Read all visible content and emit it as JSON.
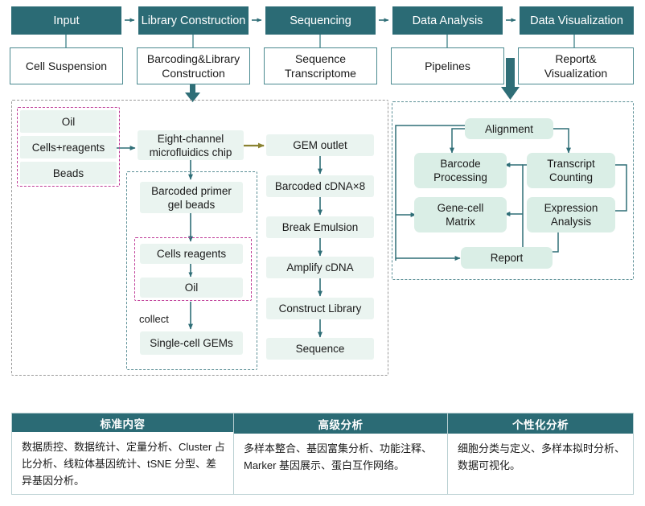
{
  "colors": {
    "header_teal": "#2b6b75",
    "mint_light": "#eaf4f0",
    "mint_mid": "#daeee6",
    "arrow_teal": "#2f6e77",
    "arrow_olive": "#8a8231",
    "dash_pink": "#bf3b97",
    "dash_gray": "#9a9a9a",
    "dash_teal": "#5b8f96"
  },
  "pipeline": {
    "stages": [
      {
        "header": "Input",
        "detail": "Cell Suspension"
      },
      {
        "header": "Library Construction",
        "detail": "Barcoding&Library Construction"
      },
      {
        "header": "Sequencing",
        "detail": "Sequence Transcriptome"
      },
      {
        "header": "Data Analysis",
        "detail": "Pipelines"
      },
      {
        "header": "Data Visualization",
        "detail": "Report& Visualization"
      }
    ]
  },
  "detail_lines": {
    "cell_suspension": "Cell Suspension",
    "barcoding_1": "Barcoding&Library",
    "barcoding_2": "Construction",
    "sequence_1": "Sequence",
    "sequence_2": "Transcriptome",
    "pipelines": "Pipelines",
    "report_1": "Report&",
    "report_2": "Visualization"
  },
  "inputs_group": {
    "items": [
      "Oil",
      "Cells+reagents",
      "Beads"
    ]
  },
  "chip_flow": {
    "chip_1": "Eight-channel",
    "chip_2": "microfluidics chip",
    "beads_1": "Barcoded primer",
    "beads_2": "gel beads",
    "cells_reagents": "Cells reagents",
    "oil": "Oil",
    "collect_label": "collect",
    "gems": "Single-cell GEMs"
  },
  "seq_flow": {
    "steps": [
      "GEM outlet",
      "Barcoded cDNA×8",
      "Break Emulsion",
      "Amplify cDNA",
      "Construct Library",
      "Sequence"
    ]
  },
  "analysis_panel": {
    "alignment": "Alignment",
    "barcode_1": "Barcode",
    "barcode_2": "Processing",
    "transcript_1": "Transcript",
    "transcript_2": "Counting",
    "genecell_1": "Gene-cell",
    "genecell_2": "Matrix",
    "expression_1": "Expression",
    "expression_2": "Analysis",
    "report": "Report"
  },
  "table": {
    "columns": [
      {
        "header": "标准内容",
        "body": "数据质控、数据统计、定量分析、Cluster 占比分析、线粒体基因统计、tSNE 分型、差异基因分析。"
      },
      {
        "header": "高级分析",
        "body": "多样本整合、基因富集分析、功能注释、Marker 基因展示、蛋白互作网络。"
      },
      {
        "header": "个性化分析",
        "body": "细胞分类与定义、多样本拟时分析、数据可视化。"
      }
    ]
  }
}
